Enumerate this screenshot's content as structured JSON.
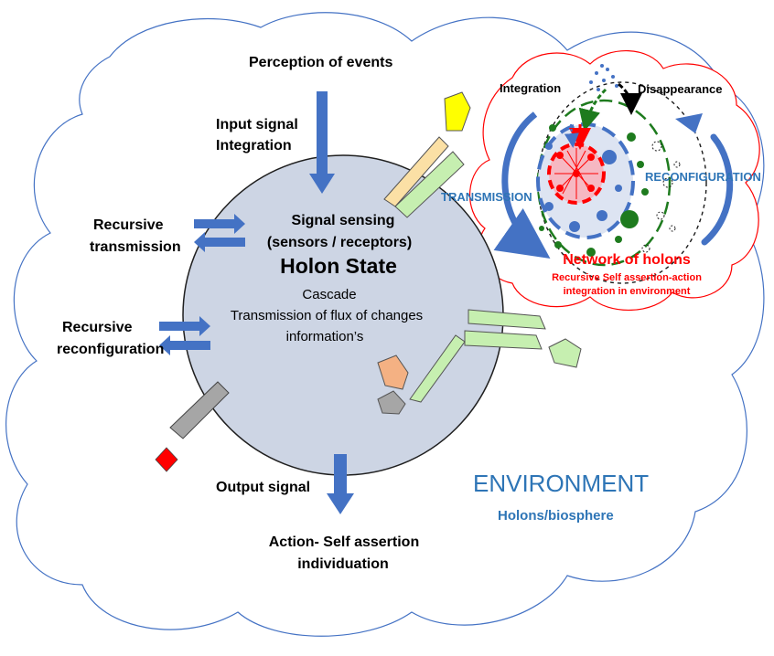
{
  "labels": {
    "perception": "Perception of events",
    "input_1": "Input signal",
    "input_2": "Integration",
    "recursive_transmission_1": "Recursive",
    "recursive_transmission_2": "transmission",
    "recursive_reconfiguration_1": "Recursive",
    "recursive_reconfiguration_2": "reconfiguration",
    "signal_sensing_1": "Signal sensing",
    "signal_sensing_2": "(sensors / receptors)",
    "holon_state": "Holon State",
    "cascade": "Cascade",
    "transmission_flux": "Transmission of flux of changes",
    "informations": "information’s",
    "output_signal": "Output signal",
    "action_1": "Action- Self assertion",
    "action_2": "individuation",
    "environment": "ENVIRONMENT",
    "holons_biosphere": "Holons/biosphere",
    "integration": "Integration",
    "disappearance": "Disappearance",
    "transmission_caps": "TRANSMISSION",
    "reconfiguration_caps": "RECONFIGURATION",
    "network_of_holons": "Network of holons",
    "recursive_self_assertion_1": "Recursive Self assertion-action",
    "recursive_self_assertion_2": "integration in environment"
  },
  "colors": {
    "holon_fill": "#cdd5e4",
    "holon_stroke": "#1f1f1f",
    "cloud_stroke": "#4472c4",
    "blue_arrow": "#4472c4",
    "environment_text": "#2e75b6",
    "network_red": "#ff0000",
    "network_green": "#1e7b1e",
    "receptor_yellow": "#ffff00",
    "receptor_tan": "#fbe0a5",
    "receptor_green": "#c6efb0",
    "orange_shape": "#f4b183",
    "gray_shape": "#a6a6a6"
  }
}
